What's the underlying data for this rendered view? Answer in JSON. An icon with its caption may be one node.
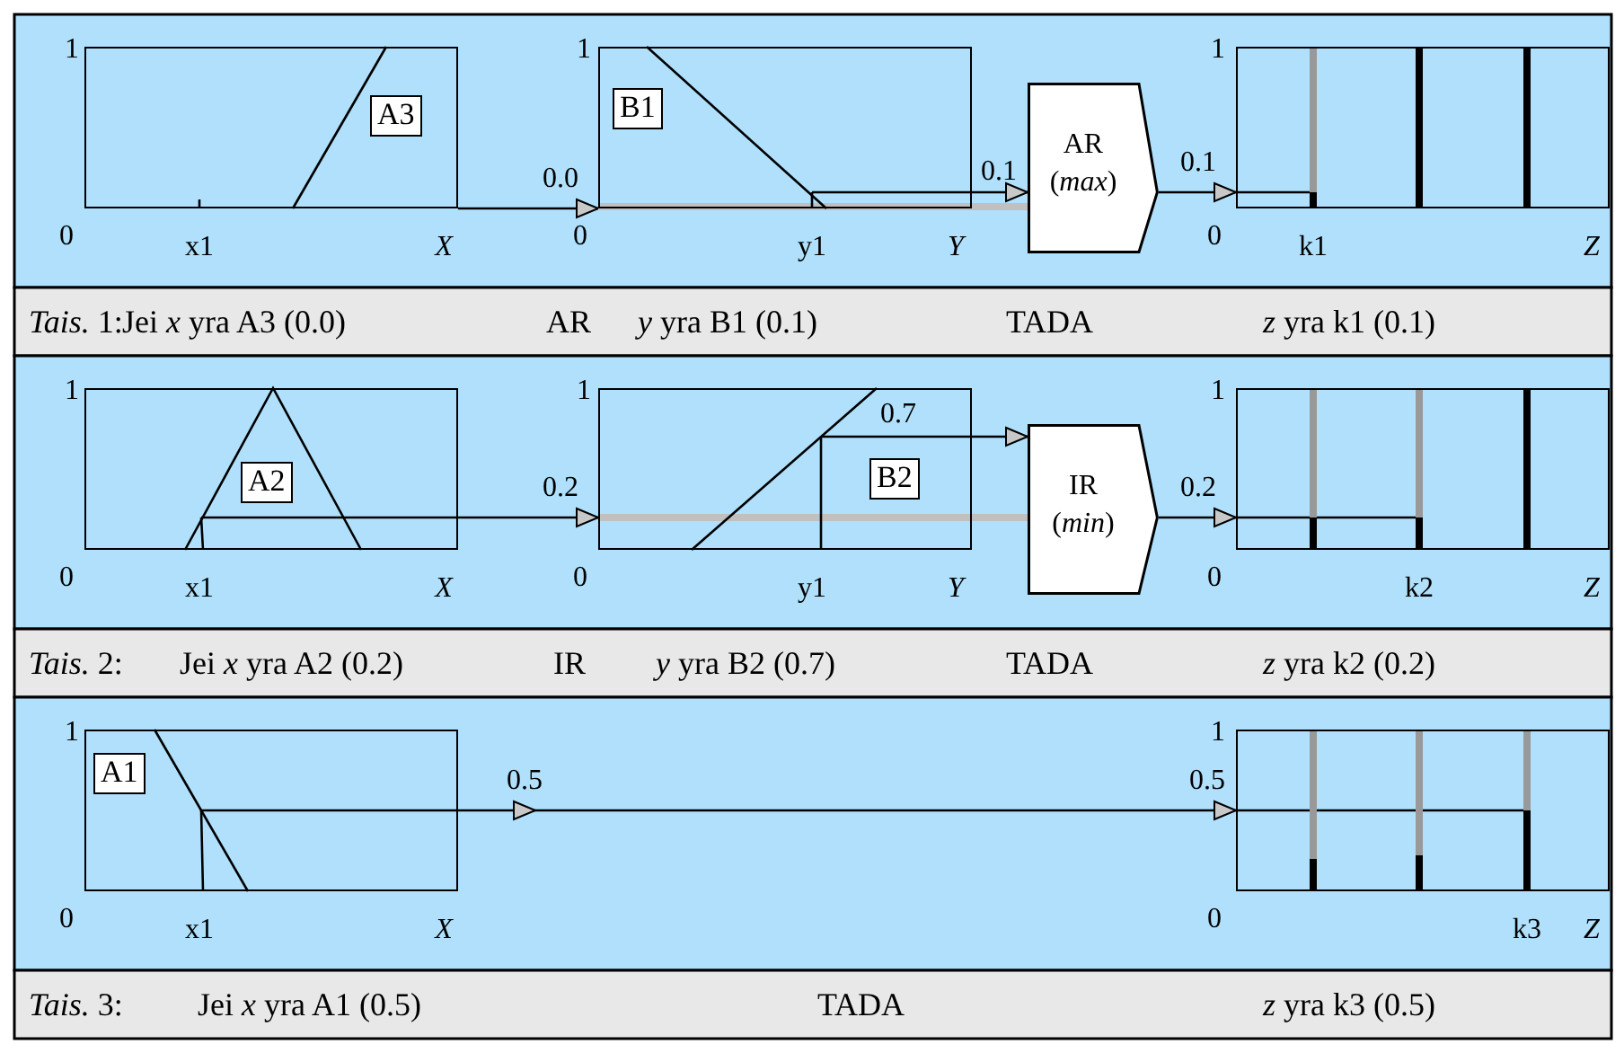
{
  "diagram": {
    "nodes": [
      {
        "text": [],
        "shape": "box"
      },
      {
        "text": [
          "A3"
        ],
        "in": 0
      },
      {
        "text": [],
        "shape": "box"
      },
      {
        "text": [
          "B1"
        ],
        "in": 2
      },
      {
        "text": [
          "AR",
          "(*max*)"
        ]
      },
      {
        "text": [],
        "shape": "box"
      },
      {
        "text": [],
        "shape": "box"
      },
      {
        "text": [
          "A2"
        ],
        "in": 6
      },
      {
        "text": [],
        "shape": "box"
      },
      {
        "text": [
          "B2"
        ],
        "in": 8
      },
      {
        "text": [
          "IR",
          "(*min*)"
        ]
      },
      {
        "text": [],
        "shape": "box"
      },
      {
        "text": [],
        "shape": "box"
      },
      {
        "text": [
          "A1"
        ],
        "in": 12
      },
      {
        "text": [],
        "shape": "box"
      }
    ],
    "edges": [
      {
        "from": 0,
        "to": 2,
        "arrow": "to",
        "label": "0.0"
      },
      {
        "from": 2,
        "to": 4,
        "arrow": "to",
        "label": "0.1"
      },
      {
        "from": 2,
        "to": 4,
        "arrow": "none",
        "style": "thick",
        "color": "#c0c0c0"
      },
      {
        "from": 4,
        "to": 5,
        "arrow": "to",
        "label": "0.1"
      },
      {
        "from": 6,
        "to": 8,
        "arrow": "to",
        "label": "0.2"
      },
      {
        "from": 8,
        "to": 10,
        "arrow": "to",
        "label": "0.7"
      },
      {
        "from": 8,
        "to": 10,
        "arrow": "none",
        "style": "thick",
        "color": "#c0c0c0"
      },
      {
        "from": 10,
        "to": 11,
        "arrow": "to",
        "label": "0.2"
      },
      {
        "from": 12,
        "to": 14,
        "arrow": "to",
        "label": "0.5"
      }
    ],
    "labels": [
      "1",
      "1",
      "1",
      "0",
      "x1",
      "*X*",
      "0",
      "y1",
      "*Y*",
      "0",
      "k1",
      "*Z*",
      "*Tais.* 1:",
      "Jei *x* yra A3 (0.0)",
      "AR",
      "*y* yra B1 (0.1)",
      "TADA",
      "*z* yra k1 (0.1)",
      "1",
      "1",
      "1",
      "0",
      "x1",
      "*X*",
      "0",
      "y1",
      "*Y*",
      "0",
      "k2",
      "*Z*",
      "*Tais.* 2:",
      "Jei *x* yra A2 (0.2)",
      "IR",
      "*y* yra B2 (0.7)",
      "TADA",
      "*z* yra k2 (0.2)",
      "1",
      "0.5",
      "1",
      "0",
      "x1",
      "*X*",
      "0",
      "k3",
      "*Z*",
      "*Tais.* 3:",
      "Jei *x* yra A1 (0.5)",
      "TADA",
      "*z* yra k3 (0.5)"
    ]
  }
}
